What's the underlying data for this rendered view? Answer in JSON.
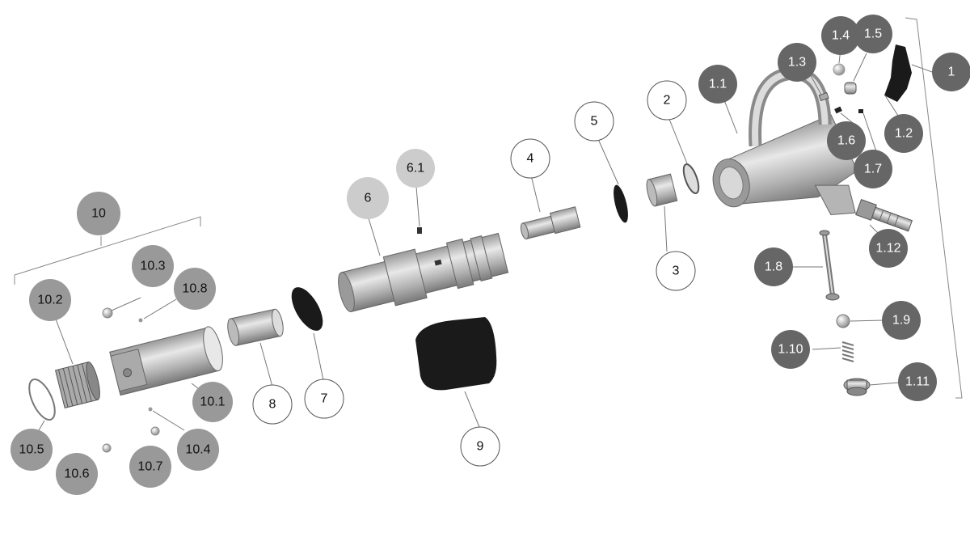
{
  "diagram": {
    "callouts": [
      {
        "id": "c-1",
        "label": "1",
        "style": "dark"
      },
      {
        "id": "c-1-1",
        "label": "1.1",
        "style": "dark"
      },
      {
        "id": "c-1-2",
        "label": "1.2",
        "style": "dark"
      },
      {
        "id": "c-1-3",
        "label": "1.3",
        "style": "dark"
      },
      {
        "id": "c-1-4",
        "label": "1.4",
        "style": "dark"
      },
      {
        "id": "c-1-5",
        "label": "1.5",
        "style": "dark"
      },
      {
        "id": "c-1-6",
        "label": "1.6",
        "style": "dark"
      },
      {
        "id": "c-1-7",
        "label": "1.7",
        "style": "dark"
      },
      {
        "id": "c-1-8",
        "label": "1.8",
        "style": "dark"
      },
      {
        "id": "c-1-9",
        "label": "1.9",
        "style": "dark"
      },
      {
        "id": "c-1-10",
        "label": "1.10",
        "style": "dark"
      },
      {
        "id": "c-1-11",
        "label": "1.11",
        "style": "dark"
      },
      {
        "id": "c-1-12",
        "label": "1.12",
        "style": "dark"
      },
      {
        "id": "c-2",
        "label": "2",
        "style": "white"
      },
      {
        "id": "c-3",
        "label": "3",
        "style": "white"
      },
      {
        "id": "c-4",
        "label": "4",
        "style": "white"
      },
      {
        "id": "c-5",
        "label": "5",
        "style": "white"
      },
      {
        "id": "c-6",
        "label": "6",
        "style": "light"
      },
      {
        "id": "c-6-1",
        "label": "6.1",
        "style": "light"
      },
      {
        "id": "c-7",
        "label": "7",
        "style": "white"
      },
      {
        "id": "c-8",
        "label": "8",
        "style": "white"
      },
      {
        "id": "c-9",
        "label": "9",
        "style": "white"
      },
      {
        "id": "c-10",
        "label": "10",
        "style": "mid"
      },
      {
        "id": "c-10-1",
        "label": "10.1",
        "style": "mid"
      },
      {
        "id": "c-10-2",
        "label": "10.2",
        "style": "mid"
      },
      {
        "id": "c-10-3",
        "label": "10.3",
        "style": "mid"
      },
      {
        "id": "c-10-4",
        "label": "10.4",
        "style": "mid"
      },
      {
        "id": "c-10-5",
        "label": "10.5",
        "style": "mid"
      },
      {
        "id": "c-10-6",
        "label": "10.6",
        "style": "mid"
      },
      {
        "id": "c-10-7",
        "label": "10.7",
        "style": "mid"
      },
      {
        "id": "c-10-8",
        "label": "10.8",
        "style": "mid"
      }
    ],
    "colors": {
      "dark": "#666666",
      "mid": "#999999",
      "light": "#cccccc",
      "white": "#ffffff",
      "outline": "#555555",
      "leader": "#777777",
      "part_metal": "#c8c8c8",
      "part_black": "#1a1a1a"
    }
  }
}
